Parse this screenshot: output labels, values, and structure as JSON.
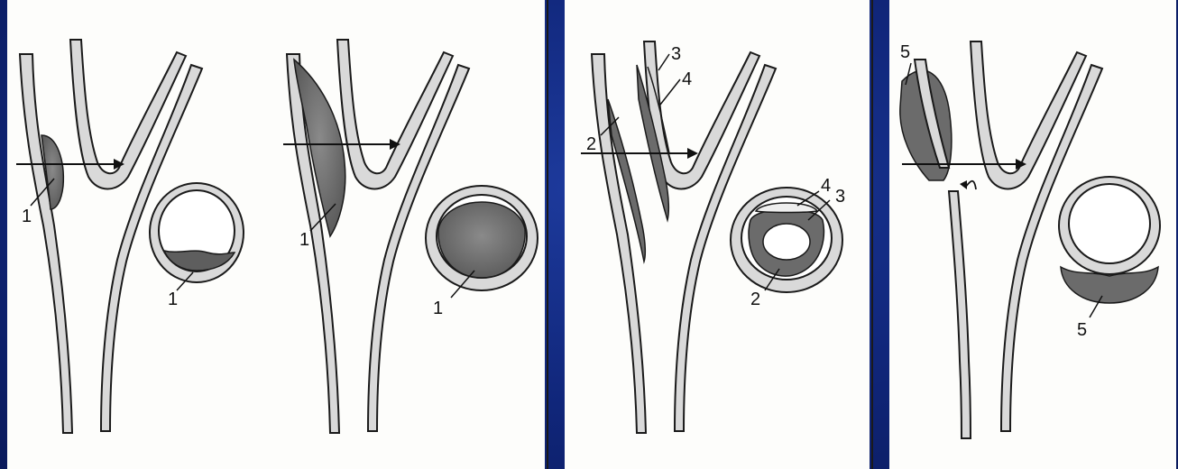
{
  "figure": {
    "panel_left": {
      "diagram_1": {
        "label": "1",
        "cross_section_label": "1"
      },
      "diagram_2": {
        "label": "1",
        "cross_section_label": "1"
      }
    },
    "panel_middle": {
      "labels": [
        "2",
        "3",
        "4"
      ],
      "cross_section_labels": [
        "4",
        "3",
        "2"
      ]
    },
    "panel_right": {
      "label": "5",
      "cross_section_label": "5"
    }
  },
  "colors": {
    "background": "#10267a",
    "paper": "#fdfdfb",
    "wall": "#d9d9d9",
    "lumen_wall_light": "#eeeeee",
    "plaque": "#6b6b6b",
    "outline": "#1a1a1a"
  }
}
